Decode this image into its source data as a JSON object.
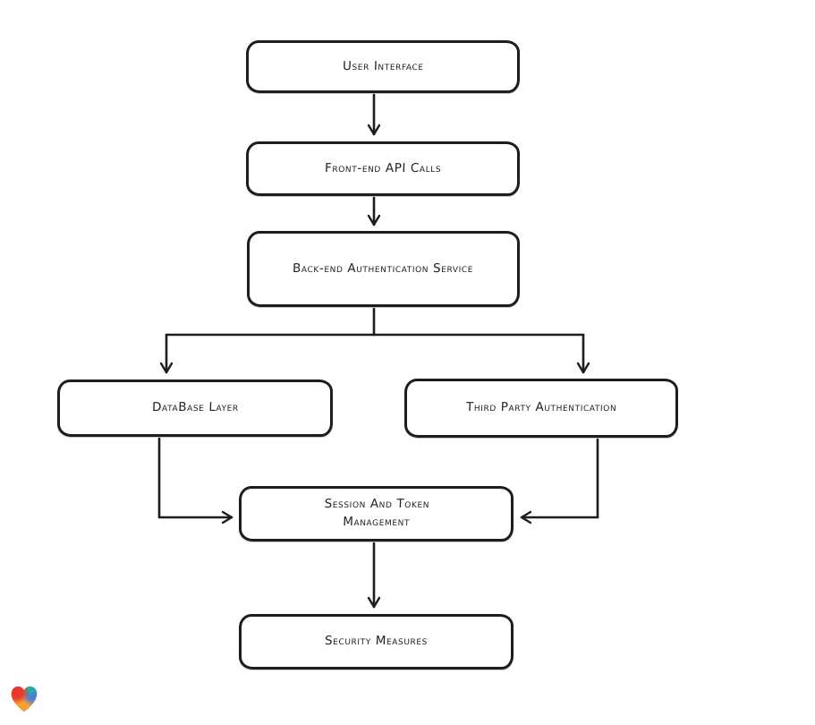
{
  "diagram": {
    "type": "flowchart",
    "background": "#ffffff",
    "stroke_color": "#1d1d1d",
    "node_fill": "#ffffff",
    "nodes": [
      {
        "id": "user-interface",
        "label": "User Interface"
      },
      {
        "id": "front-end-api-calls",
        "label": "Front-end API Calls"
      },
      {
        "id": "back-end-auth-service",
        "label": "Back-end Authentication Service"
      },
      {
        "id": "database-layer",
        "label": "DataBase Layer"
      },
      {
        "id": "third-party-auth",
        "label": "Third Party Authentication"
      },
      {
        "id": "session-token-mgmt",
        "label": "Session And Token Management"
      },
      {
        "id": "security-measures",
        "label": "Security Measures"
      }
    ],
    "edges": [
      {
        "from": "user-interface",
        "to": "front-end-api-calls"
      },
      {
        "from": "front-end-api-calls",
        "to": "back-end-auth-service"
      },
      {
        "from": "back-end-auth-service",
        "to": "database-layer"
      },
      {
        "from": "back-end-auth-service",
        "to": "third-party-auth"
      },
      {
        "from": "database-layer",
        "to": "session-token-mgmt"
      },
      {
        "from": "third-party-auth",
        "to": "session-token-mgmt"
      },
      {
        "from": "session-token-mgmt",
        "to": "security-measures"
      }
    ]
  },
  "branding": {
    "logo_icon": "heart-logo",
    "logo_colors": {
      "red": "#e5332c",
      "teal": "#23b2a0",
      "blue": "#3b7fe0",
      "orange": "#f59e33"
    }
  }
}
